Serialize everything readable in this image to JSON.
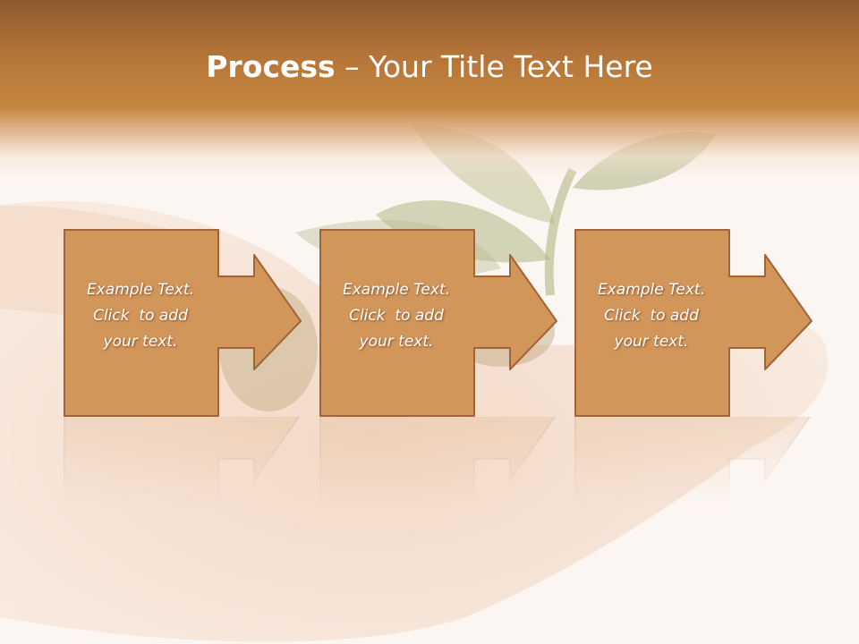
{
  "slide": {
    "title_bold": "Process",
    "title_separator": " – ",
    "title_rest": "Your Title Text Here"
  },
  "steps": [
    {
      "line1": "Example Text.",
      "line2": "Click  to add",
      "line3": "your text."
    },
    {
      "line1": "Example Text.",
      "line2": "Click  to add",
      "line3": "your text."
    },
    {
      "line1": "Example Text.",
      "line2": "Click  to add",
      "line3": "your text."
    }
  ],
  "colors": {
    "header_dark": "#8c5a2c",
    "header_accent": "#c6863f",
    "box_fill": "#d2955a",
    "box_stroke": "#a0643a",
    "background": "#fcf6f2",
    "text": "#ffffff"
  }
}
